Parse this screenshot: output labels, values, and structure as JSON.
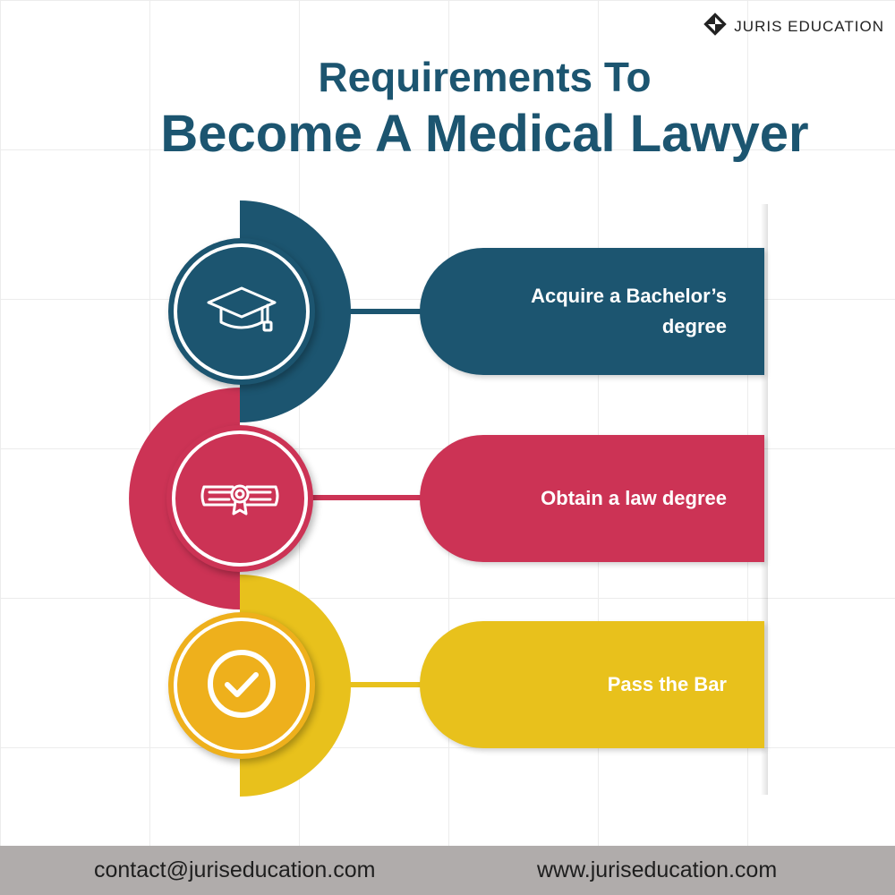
{
  "brand": {
    "name": "JURIS EDUCATION",
    "logo_icon": "diamond-logo-icon",
    "color": "#222222"
  },
  "title": {
    "line1": "Requirements To",
    "line2": "Become A Medical Lawyer",
    "color": "#1c5570"
  },
  "steps": [
    {
      "label": "Acquire a Bachelor’s degree",
      "icon": "graduation-cap-icon",
      "color": "#1c5570"
    },
    {
      "label": "Obtain a law degree",
      "icon": "diploma-scroll-icon",
      "color": "#cc3355"
    },
    {
      "label": "Pass the Bar",
      "icon": "checkmark-circle-icon",
      "color": "#e8c11c",
      "circle_color": "#eeb01c"
    }
  ],
  "footer": {
    "email": "contact@juriseducation.com",
    "website": "www.juriseducation.com",
    "background": "#b0acab"
  }
}
